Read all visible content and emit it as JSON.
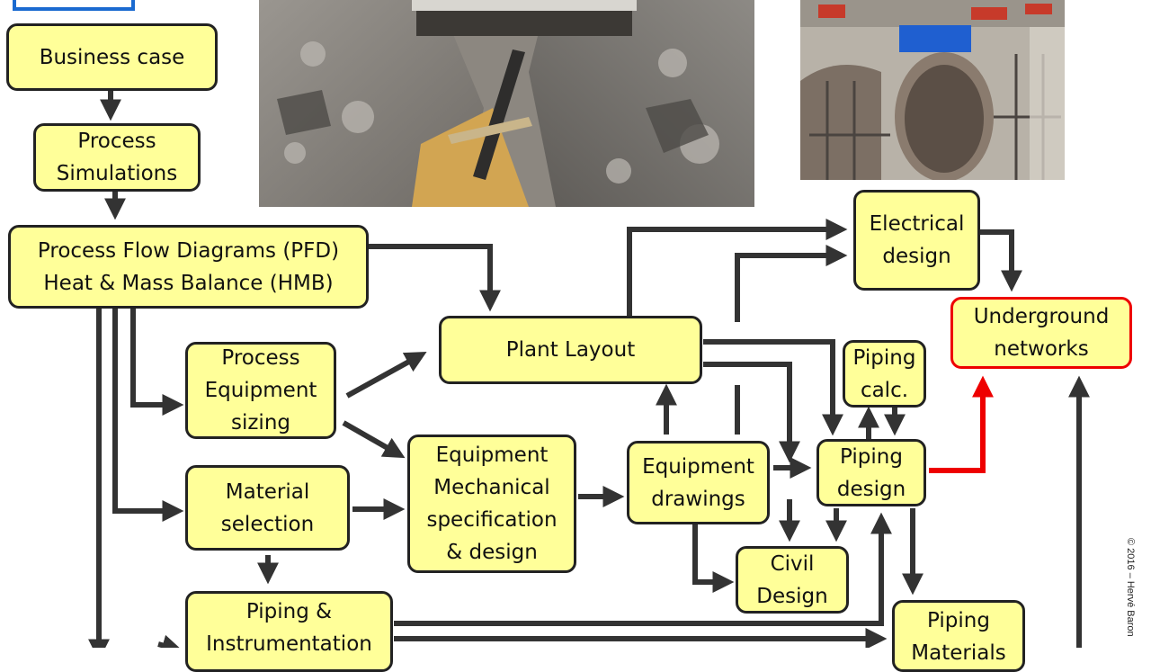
{
  "boxes": {
    "business_case": "Business case",
    "process_simulations": "Process\nSimulations",
    "pfd_hmb": "Process Flow Diagrams (PFD)\nHeat & Mass Balance (HMB)",
    "process_equipment_sizing": "Process\nEquipment\nsizing",
    "material_selection": "Material\nselection",
    "piping_instrumentation": "Piping &\nInstrumentation",
    "plant_layout": "Plant Layout",
    "equipment_mechanical": "Equipment\nMechanical\nspecification\n& design",
    "equipment_drawings": "Equipment\ndrawings",
    "civil_design": "Civil\nDesign",
    "electrical_design": "Electrical\ndesign",
    "piping_calc": "Piping\ncalc.",
    "piping_design": "Piping\ndesign",
    "underground_networks": "Underground\nnetworks",
    "piping_materials": "Piping\nMaterials"
  },
  "copyright": "© 2016 – Hervé Baron",
  "colors": {
    "box_fill": "#ffff99",
    "box_border": "#222222",
    "highlight": "#ee0000",
    "logo_blue": "#1a6ad0"
  },
  "photos": [
    {
      "name": "trench-excavation-photo"
    },
    {
      "name": "large-pipes-photo"
    }
  ]
}
